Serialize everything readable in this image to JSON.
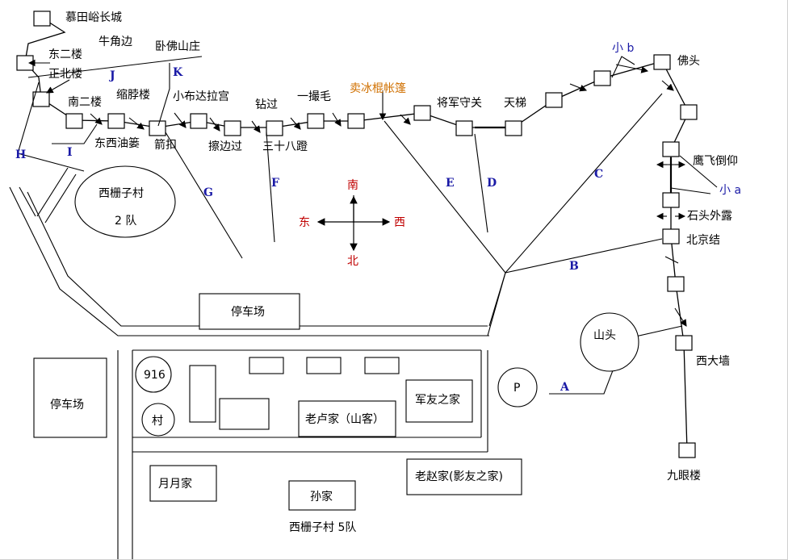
{
  "towers_labels": {
    "mutianyu": "慕田峪长城",
    "dongerlou": "东二楼",
    "niujiaobian": "牛角边",
    "wofoshanzhuang": "卧佛山庄",
    "zhengbeilou": "正北楼",
    "nanerlou": "南二楼",
    "suobolou": "缩脖楼",
    "xiaobudalagong": "小布达拉宫",
    "zuanguo": "钻过",
    "yichuomao": "一撮毛",
    "maibinggun": "卖冰棍帐篷",
    "jiangjunshouguan": "将军守关",
    "tianti": "天梯",
    "xiaob": "小 b",
    "fotou": "佛头",
    "dongxiyoulou": "东西油篓",
    "jianku": "箭扣",
    "cabianguo": "擦边过",
    "sanshiba": "三十八蹬",
    "yingfei": "鹰飞倒仰",
    "xiaoa": "小 a",
    "shitou": "石头外露",
    "beijingjie": "北京结",
    "xidaqiang": "西大墙",
    "jiuyanlou": "九眼楼",
    "shantou": "山头"
  },
  "routes": {
    "A": "A",
    "B": "B",
    "C": "C",
    "D": "D",
    "E": "E",
    "F": "F",
    "G": "G",
    "H": "H",
    "I": "I",
    "J": "J",
    "K": "K"
  },
  "compass": {
    "south": "南",
    "north": "北",
    "east": "东",
    "west": "西"
  },
  "places": {
    "xizhazi_village": "西栅子村",
    "team2": "2 队",
    "parking_top": "停车场",
    "parking_left": "停车场",
    "p916": "916",
    "cun": "村",
    "junyou": "军友之家",
    "laolu": "老卢家（山客）",
    "p": "P",
    "yueyue": "月月家",
    "sunjia": "孙家",
    "laozhao": "老赵家(影友之家)",
    "team5": "西栅子村 5队"
  },
  "colors": {
    "route_label": "#1a1aa6",
    "compass": "#c00000",
    "vendor": "#d07000"
  }
}
